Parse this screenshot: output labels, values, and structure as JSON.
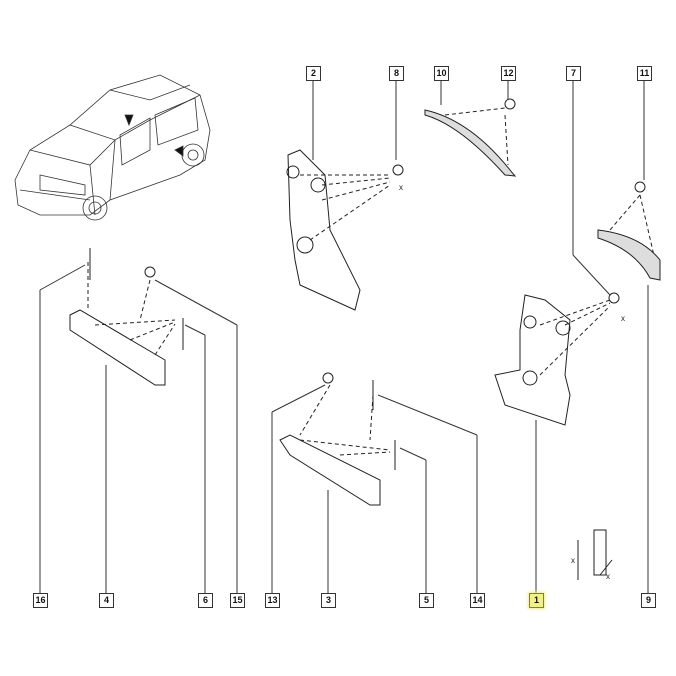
{
  "diagram": {
    "highlight_color": "#f3f08a",
    "labels": {
      "l2": "2",
      "l8": "8",
      "l10": "10",
      "l12": "12",
      "l7": "7",
      "l11": "11",
      "l16": "16",
      "l4": "4",
      "l6": "6",
      "l15": "15",
      "l13": "13",
      "l3": "3",
      "l5": "5",
      "l14": "14",
      "l1": "1",
      "l9": "9"
    },
    "selected_label": "1",
    "dimension_marks": {
      "x1": "x",
      "x2": "x",
      "x3": "x",
      "x4": "x"
    }
  }
}
